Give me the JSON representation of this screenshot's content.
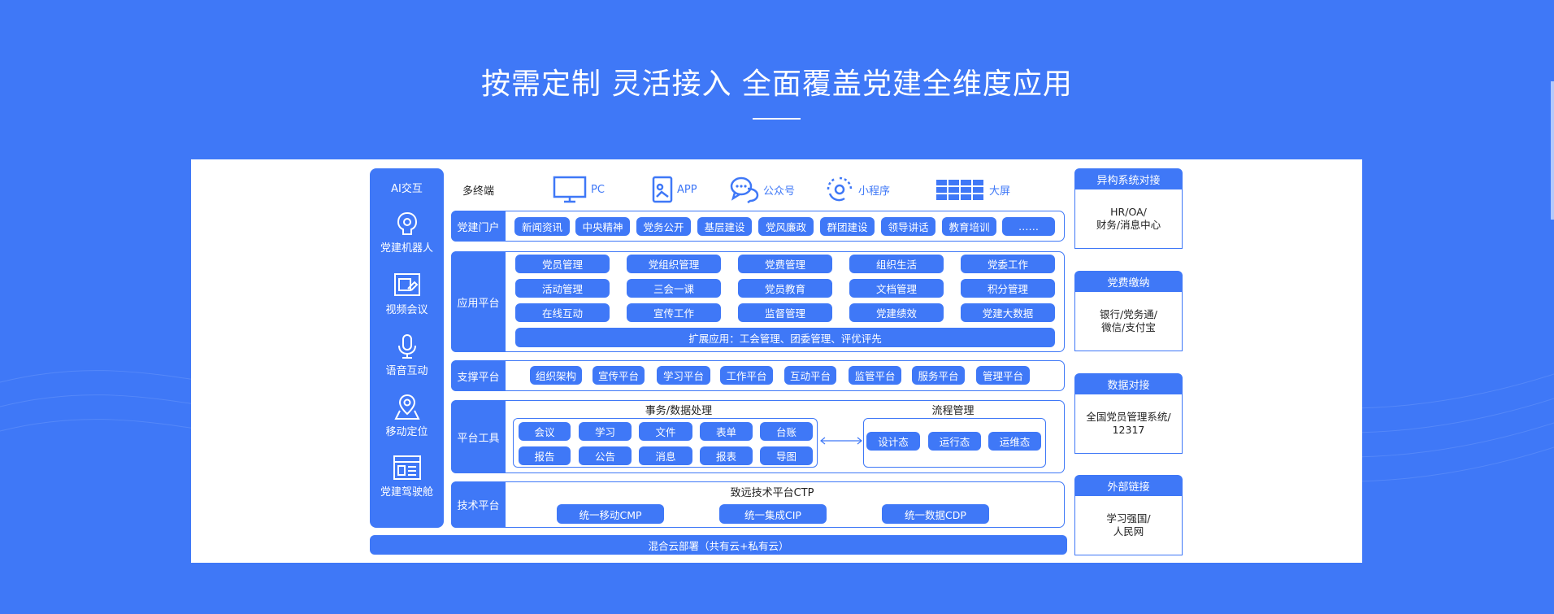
{
  "headline": "按需定制 灵活接入 全面覆盖党建全维度应用",
  "ai": {
    "title": "AI交互",
    "items": [
      "党建机器人",
      "视频会议",
      "语音互动",
      "移动定位",
      "党建驾驶舱"
    ]
  },
  "terminals": {
    "label": "多终端",
    "items": [
      "PC",
      "APP",
      "公众号",
      "小程序",
      "大屏"
    ]
  },
  "portal": {
    "label": "党建门户",
    "items": [
      "新闻资讯",
      "中央精神",
      "党务公开",
      "基层建设",
      "党风廉政",
      "群团建设",
      "领导讲话",
      "教育培训",
      "……"
    ]
  },
  "app_platform": {
    "label": "应用平台",
    "rows": [
      [
        "党员管理",
        "党组织管理",
        "党费管理",
        "组织生活",
        "党委工作"
      ],
      [
        "活动管理",
        "三会一课",
        "党员教育",
        "文档管理",
        "积分管理"
      ],
      [
        "在线互动",
        "宣传工作",
        "监督管理",
        "党建绩效",
        "党建大数据"
      ]
    ],
    "extension": "扩展应用：工会管理、团委管理、评优评先"
  },
  "support": {
    "label": "支撑平台",
    "items": [
      "组织架构",
      "宣传平台",
      "学习平台",
      "工作平台",
      "互动平台",
      "监管平台",
      "服务平台",
      "管理平台"
    ]
  },
  "tools": {
    "label": "平台工具",
    "data_title": "事务/数据处理",
    "data_rows": [
      [
        "会议",
        "学习",
        "文件",
        "表单",
        "台账"
      ],
      [
        "报告",
        "公告",
        "消息",
        "报表",
        "导图"
      ]
    ],
    "flow_title": "流程管理",
    "flow_items": [
      "设计态",
      "运行态",
      "运维态"
    ]
  },
  "tech": {
    "label": "技术平台",
    "title": "致远技术平台CTP",
    "items": [
      "统一移动CMP",
      "统一集成CIP",
      "统一数据CDP"
    ]
  },
  "cloud": "混合云部署（共有云+私有云）",
  "right": [
    {
      "head": "异构系统对接",
      "body": "HR/OA/\n财务/消息中心"
    },
    {
      "head": "党费缴纳",
      "body": "银行/党务通/\n微信/支付宝"
    },
    {
      "head": "数据对接",
      "body": "全国党员管理系统/\n12317"
    },
    {
      "head": "外部链接",
      "body": "学习强国/\n人民网"
    }
  ],
  "colors": {
    "primary": "#3f78f7",
    "panel": "#ffffff"
  }
}
